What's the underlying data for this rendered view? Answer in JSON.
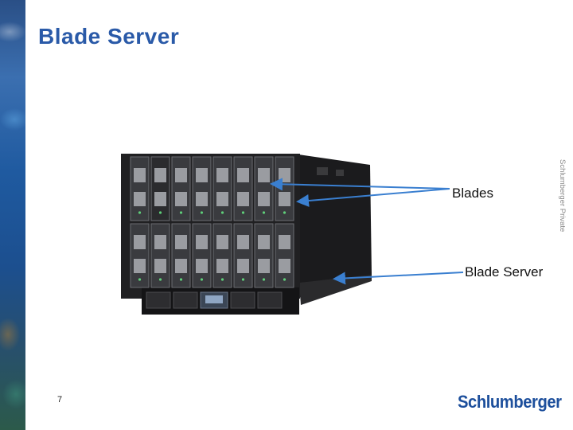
{
  "slide": {
    "title": "Blade Server",
    "side_label": "Schlumberger Private",
    "page_number": "7",
    "logo_text": "Schlumberger"
  },
  "callouts": {
    "blades": "Blades",
    "blade_server": "Blade Server"
  },
  "colors": {
    "title": "#2a5aa8",
    "arrow": "#3a7fd0",
    "logo": "#1d4f9c"
  }
}
